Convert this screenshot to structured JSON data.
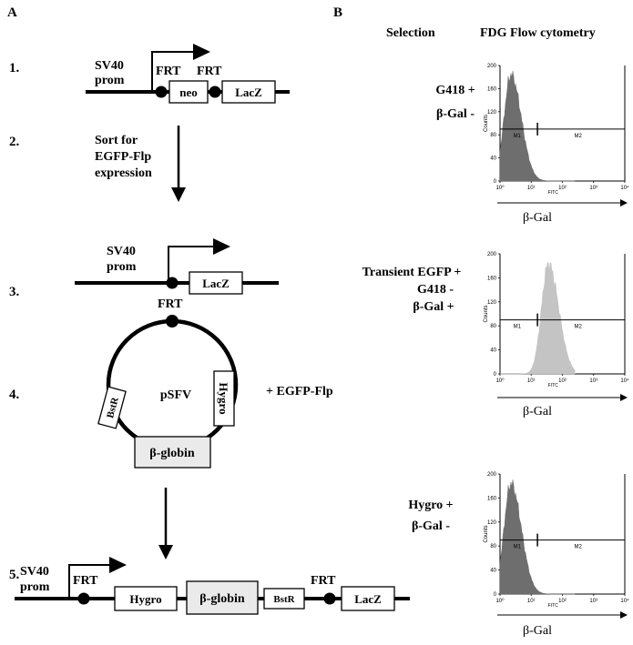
{
  "panel_a": {
    "label": "A",
    "steps": [
      "1.",
      "2.",
      "3.",
      "4.",
      "5."
    ],
    "sv40_line1": "SV40",
    "sv40_line2": "prom",
    "frt": "FRT",
    "neo": "neo",
    "lacz": "LacZ",
    "sort_line1": "Sort for",
    "sort_line2": "EGFP-Flp",
    "sort_line3": "expression",
    "psfv": "pSFV",
    "hygro": "Hygro",
    "bstr": "BstR",
    "beta_globin": "β-globin",
    "plus_egfp_flp": "+ EGFP-Flp"
  },
  "panel_b": {
    "label": "B",
    "selection_header": "Selection",
    "flow_header": "FDG Flow cytometry",
    "rows": [
      {
        "lines": [
          "G418 +",
          "β-Gal -"
        ],
        "fill": "#6e6e6e",
        "peak_decade": 0.35
      },
      {
        "lines": [
          "Transient EGFP +",
          "G418 -",
          "β-Gal +"
        ],
        "fill": "#c4c4c4",
        "peak_decade": 1.55
      },
      {
        "lines": [
          "Hygro +",
          "β-Gal -"
        ],
        "fill": "#6e6e6e",
        "peak_decade": 0.35
      }
    ],
    "histogram": {
      "y_ticks": [
        "200",
        "160",
        "120",
        "80",
        "40",
        "0"
      ],
      "y_axis_label": "Counts",
      "x_ticks": [
        "10⁰",
        "10¹",
        "10²",
        "10³",
        "10⁴"
      ],
      "x_axis_label": "FITC",
      "gate_m1": "M1",
      "gate_m2": "M2",
      "gate_decade": 1.2
    },
    "axis_caption": "β-Gal"
  }
}
